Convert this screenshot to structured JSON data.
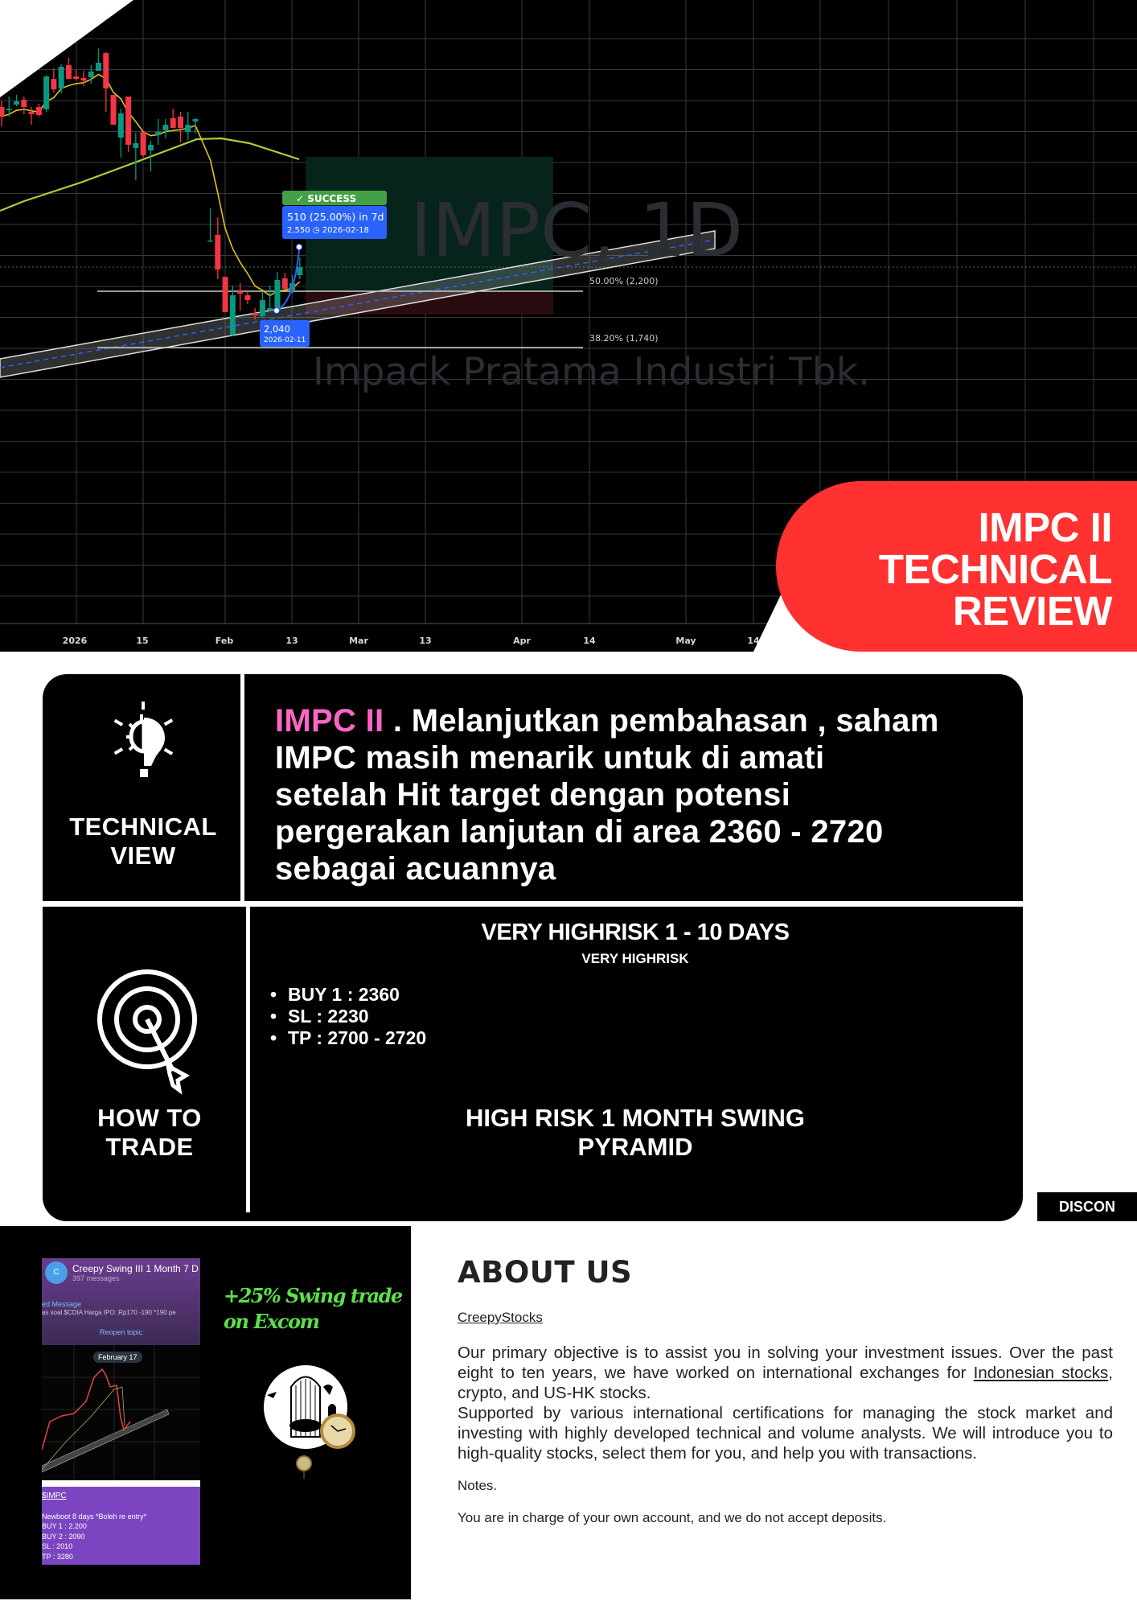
{
  "chart": {
    "watermark_ticker": "IMPC, 1D",
    "watermark_name": "Impack Pratama Industri Tbk.",
    "success_label": "SUCCESS",
    "result_line": "510 (25.00%) in 7d",
    "result_price": "2,550",
    "result_date": "2026-02-18",
    "entry_price": "2,040",
    "entry_date": "2026-02-11",
    "fib_50": "50.00% (2,200)",
    "fib_382": "38.20% (1,740)",
    "fib_50_value": 2200,
    "fib_382_value": 1740,
    "x_ticks": [
      "2026",
      "15",
      "Feb",
      "13",
      "Mar",
      "13",
      "Apr",
      "14",
      "May",
      "14"
    ],
    "candles_ohlc": [
      [
        3705,
        3757,
        3547,
        3626
      ],
      [
        3678,
        3790,
        3626,
        3691
      ],
      [
        3724,
        3803,
        3711,
        3751
      ],
      [
        3764,
        3790,
        3645,
        3705
      ],
      [
        3665,
        3705,
        3560,
        3645
      ],
      [
        3705,
        3731,
        3626,
        3639
      ],
      [
        3685,
        3967,
        3665,
        3954
      ],
      [
        3934,
        4020,
        3823,
        3849
      ],
      [
        3856,
        4053,
        3816,
        4033
      ],
      [
        4046,
        4105,
        3934,
        3934
      ],
      [
        3954,
        4007,
        3921,
        3934
      ],
      [
        3941,
        4000,
        3875,
        3921
      ],
      [
        3948,
        4046,
        3895,
        3994
      ],
      [
        4000,
        4184,
        4000,
        4066
      ],
      [
        4145,
        4151,
        3665,
        3856
      ],
      [
        3803,
        3803,
        3560,
        3560
      ],
      [
        3455,
        3691,
        3291,
        3652
      ],
      [
        3790,
        3790,
        3337,
        3396
      ],
      [
        3369,
        3494,
        3107,
        3409
      ],
      [
        3501,
        3501,
        3297,
        3310
      ],
      [
        3350,
        3429,
        3179,
        3396
      ],
      [
        3475,
        3606,
        3396,
        3501
      ],
      [
        3514,
        3606,
        3448,
        3560
      ],
      [
        3613,
        3691,
        3534,
        3534
      ],
      [
        3626,
        3665,
        3415,
        3534
      ],
      [
        3501,
        3665,
        3435,
        3560
      ],
      [
        3586,
        3613,
        3488,
        3606
      ],
      null,
      [
        2607,
        2877,
        2607,
        2614
      ],
      [
        2660,
        2804,
        2299,
        2377
      ],
      [
        2318,
        2318,
        2029,
        2029
      ],
      [
        1845,
        2246,
        1832,
        2167
      ],
      [
        2200,
        2266,
        2042,
        2180
      ],
      [
        2167,
        2200,
        2095,
        2128
      ],
      [
        2023,
        2062,
        1970,
        2003
      ],
      [
        1996,
        2200,
        1983,
        2128
      ],
      [
        2042,
        2246,
        2036,
        2062
      ],
      [
        2042,
        2358,
        2036,
        2292
      ],
      [
        2305,
        2351,
        2213,
        2220
      ],
      [
        2200,
        2331,
        2180,
        2266
      ],
      [
        2331,
        2476,
        2299,
        2397
      ]
    ],
    "colors": {
      "up": "#089981",
      "down": "#f23645",
      "ma_fast": "#e0c31a",
      "ma_slow": "#a6d13a",
      "label": "#2962ff",
      "success": "#43a047"
    }
  },
  "banner": {
    "lines": [
      "IMPC II",
      "TECHNICAL",
      "REVIEW"
    ],
    "color": "#ff3131"
  },
  "technical_view": {
    "heading_lines": [
      "TECHNICAL",
      "VIEW"
    ],
    "highlight": "IMPC II",
    "lines": [
      " . Melanjutkan pembahasan , saham",
      "IMPC masih menarik untuk di amati",
      "setelah Hit target dengan potensi",
      "pergerakan lanjutan di area 2360 - 2720",
      "sebagai acuannya"
    ],
    "highlight_color": "#ff66c4"
  },
  "how_to_trade": {
    "heading_lines": [
      "HOW TO",
      "TRADE"
    ],
    "title": "VERY HIGHRISK 1 - 10 DAYS",
    "subtitle": "VERY HIGHRISK",
    "bullets": [
      "BUY 1 : 2360",
      "SL : 2230",
      "TP : 2700 - 2720"
    ],
    "footer_lines": [
      "HIGH RISK 1 MONTH SWING",
      "PYRAMID"
    ]
  },
  "discon_label": "DISCON",
  "promo": {
    "headline_lines": [
      "+25% Swing trade",
      "on Excom"
    ],
    "phone": {
      "avatar_letter": "C",
      "group_name": "Creepy Swing III 1 Month 7 D",
      "message_count": "397 messages",
      "pinned_label": "ed Message",
      "pinned_text": "as soal $CDIA  Harga IPO: Rp170 -190 *190 pe",
      "reopen": "Reopen topic",
      "date_chip": "February 17",
      "ticker": "$IMPC",
      "msg_lines": [
        "Newboot 8 days *Boleh re entry*",
        "BUY 1 : 2.200",
        "BUY 2 : 2090",
        "SL : 2010",
        "TP : 3280"
      ]
    }
  },
  "about": {
    "title": "ABOUT US",
    "link": "CreepyStocks",
    "p1_a": "Our primary objective is to assist you in solving your investment issues. Over the past eight to ten years, we have worked on international exchanges for ",
    "p1_link": "Indonesian stocks",
    "p1_b": ", crypto, and US-HK stocks.",
    "p2": "Supported by various international certifications for managing the stock market and investing with highly developed technical and volume analysts. We will introduce you to high-quality stocks, select them for you, and help you with transactions.",
    "notes": "Notes.",
    "disclaimer": "You are in charge of your own account, and we do not accept deposits."
  }
}
